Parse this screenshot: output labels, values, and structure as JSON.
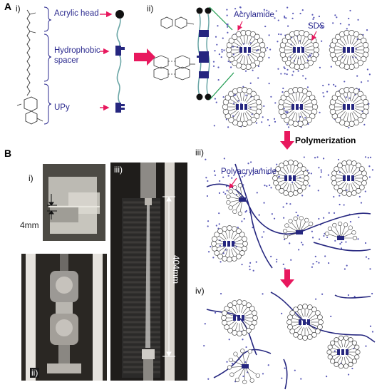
{
  "panels": {
    "A": "A",
    "B": "B"
  },
  "sub": {
    "i": "i)",
    "ii": "ii)",
    "iii": "iii)",
    "iv": "iv)",
    "Bi": "i)",
    "Bii": "ii)",
    "Biii": "iii)"
  },
  "labels": {
    "acrylic_head": "Acrylic head",
    "hydrophobic": "Hydrophobic",
    "spacer": "spacer",
    "upy": "UPy",
    "acrylamide": "Acrylamide",
    "sds": "SDS",
    "polymerization": "Polymerization",
    "polyacrylamide": "Polyacrylamide",
    "scale_4mm": "4mm",
    "scale_404mm": "404mm"
  },
  "colors": {
    "navy": "#25267f",
    "pink": "#e8185e",
    "green": "#1c9a4e",
    "teal": "#6aa6a6",
    "dot": "#5a5ab8"
  },
  "icons": [
    "arrow-right-icon",
    "arrow-down-icon",
    "micelle-icon",
    "surfactant-icon"
  ]
}
